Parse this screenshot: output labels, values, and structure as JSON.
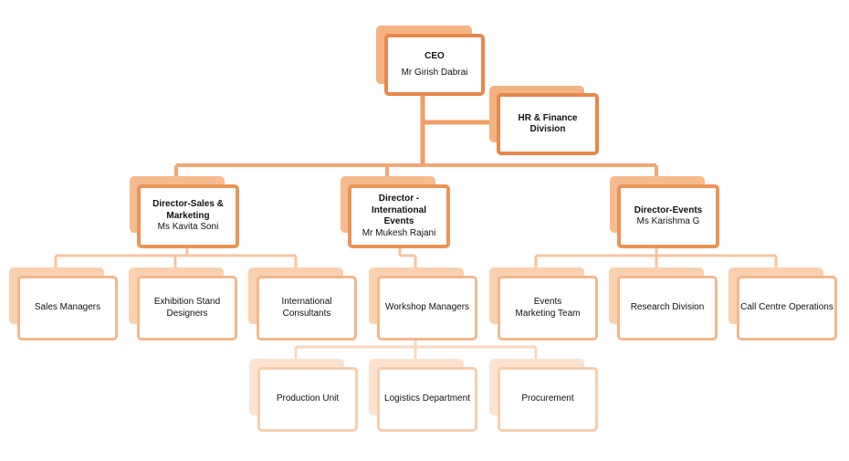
{
  "ceo": {
    "title": "CEO",
    "name": "Mr Girish Dabrai"
  },
  "hr": {
    "title": "HR & Finance Division"
  },
  "directors": {
    "sales": {
      "title": "Director-Sales & Marketing",
      "name": "Ms Kavita Soni"
    },
    "intl": {
      "title": "Director - International Events",
      "name": "Mr Mukesh  Rajani"
    },
    "events": {
      "title": "Director-Events",
      "name": "Ms Karishma G"
    }
  },
  "teams": {
    "sales_managers": "Sales Managers",
    "exhibition": "Exhibition Stand Designers",
    "consultants": "International Consultants",
    "workshop": "Workshop Managers",
    "events_marketing": "Events Marketing Team",
    "research": "Research Division",
    "call_centre": "Call Centre Operations"
  },
  "units": {
    "production": "Production Unit",
    "logistics": "Logistics Department",
    "procurement": "Procurement"
  },
  "colors": {
    "level0": "#e8884c",
    "level1": "#eb9457",
    "level2": "#f3b88c",
    "level3": "#f7ceae"
  }
}
